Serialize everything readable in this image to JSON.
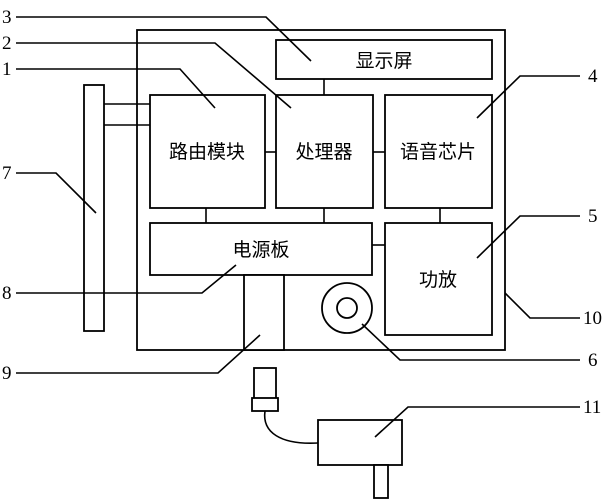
{
  "blocks": {
    "display": "显示屏",
    "router": "路由模块",
    "processor": "处理器",
    "voice_chip": "语音芯片",
    "power_board": "电源板",
    "amplifier": "功放"
  },
  "callouts": [
    "1",
    "2",
    "3",
    "4",
    "5",
    "6",
    "7",
    "8",
    "9",
    "10",
    "11"
  ]
}
